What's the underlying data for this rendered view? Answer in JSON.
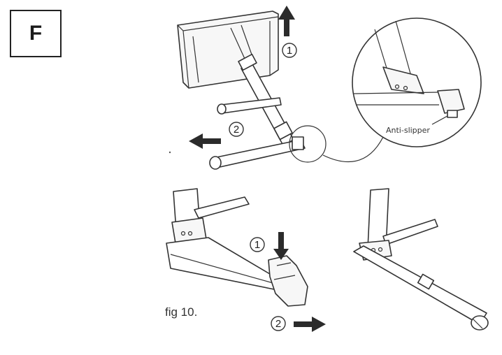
{
  "step": {
    "letter": "F"
  },
  "labels": {
    "anti_slipper": "Anti-slipper",
    "caption": "fig 10."
  },
  "markers": {
    "top_up": "1",
    "top_left": "2",
    "bottom_down": "1",
    "bottom_right": "2"
  },
  "icons": {
    "up": "arrow-up-icon",
    "left": "arrow-left-icon",
    "down": "arrow-down-icon",
    "right": "arrow-right-icon"
  }
}
